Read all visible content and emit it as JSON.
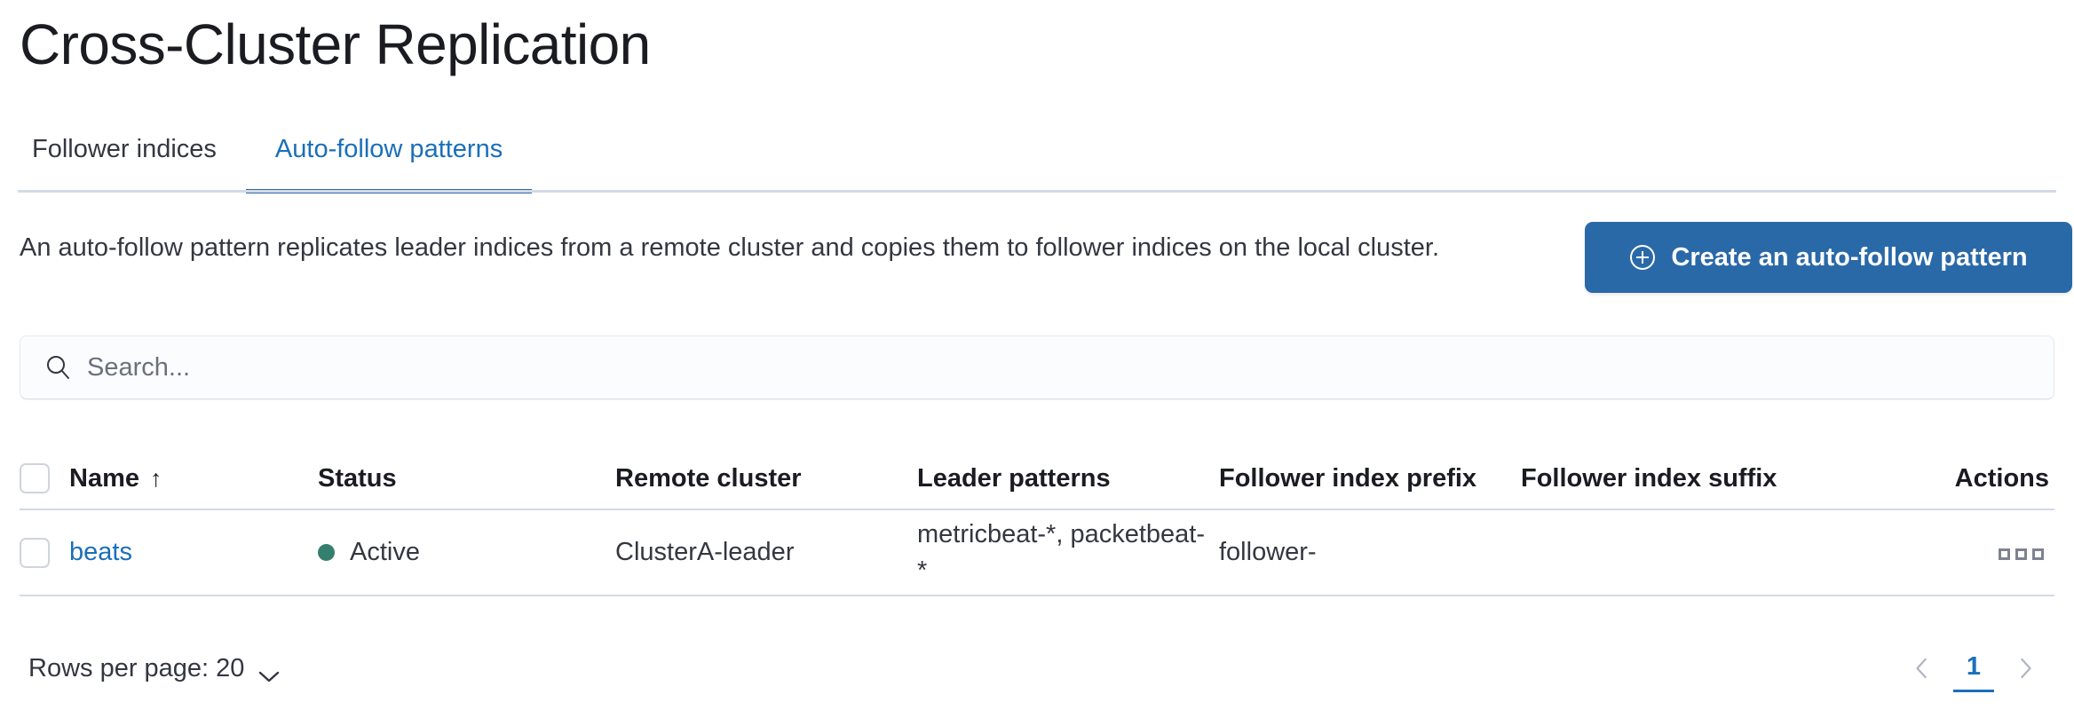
{
  "page": {
    "title": "Cross-Cluster Replication"
  },
  "tabs": [
    {
      "label": "Follower indices",
      "active": false,
      "name": "tab-follower-indices"
    },
    {
      "label": "Auto-follow patterns",
      "active": true,
      "name": "tab-auto-follow-patterns"
    }
  ],
  "description": "An auto-follow pattern replicates leader indices from a remote cluster and copies them to follower indices on the local cluster.",
  "create_button": {
    "label": "Create an auto-follow pattern",
    "icon": "plus-in-circle-icon",
    "color": "#2a69a8"
  },
  "search": {
    "value": "",
    "placeholder": "Search...",
    "icon": "search-icon"
  },
  "table": {
    "columns": [
      {
        "key": "name",
        "label": "Name",
        "sorted": true,
        "sort_direction": "asc",
        "sort_glyph": "↑"
      },
      {
        "key": "status",
        "label": "Status"
      },
      {
        "key": "remote_cluster",
        "label": "Remote cluster"
      },
      {
        "key": "leader_patterns",
        "label": "Leader patterns"
      },
      {
        "key": "follower_index_prefix",
        "label": "Follower index prefix"
      },
      {
        "key": "follower_index_suffix",
        "label": "Follower index suffix"
      },
      {
        "key": "actions",
        "label": "Actions"
      }
    ],
    "rows": [
      {
        "name": "beats",
        "status": "Active",
        "status_color": "#357f6e",
        "remote_cluster": "ClusterA-leader",
        "leader_patterns": "metricbeat-*, packetbeat-*",
        "follower_index_prefix": "follower-",
        "follower_index_suffix": "",
        "actions_icon": "actions-menu-icon"
      }
    ]
  },
  "footer": {
    "rows_per_page_label": "Rows per page: 20",
    "rows_per_page_value": "20",
    "prev_glyph": "‹",
    "next_glyph": "›",
    "pages": [
      {
        "label": "1",
        "active": true
      }
    ]
  },
  "colors": {
    "accent": "#1a6fba",
    "button": "#2a69a8",
    "status_active": "#357f6e",
    "border": "#d3dae6",
    "text": "#343741"
  }
}
